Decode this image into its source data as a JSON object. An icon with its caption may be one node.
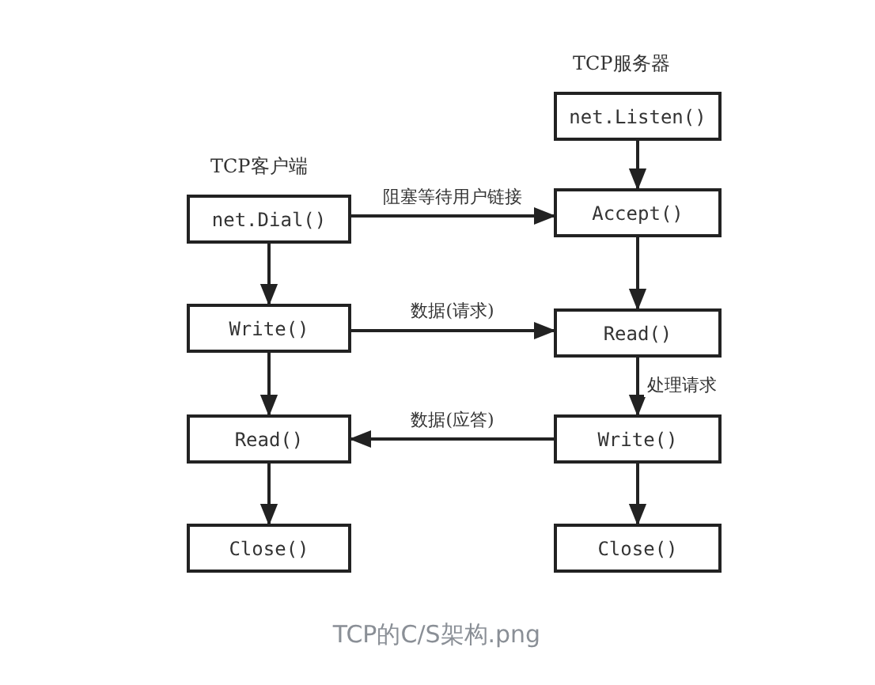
{
  "diagram": {
    "caption": "TCP的C/S架构.png",
    "nodes": [
      {
        "text": [
          "net.Dial()"
        ]
      },
      {
        "text": [
          "Write()"
        ]
      },
      {
        "text": [
          "Read()"
        ]
      },
      {
        "text": [
          "Close()"
        ]
      },
      {
        "text": [
          "net.Listen()"
        ]
      },
      {
        "text": [
          "Accept()"
        ]
      },
      {
        "text": [
          "Read()"
        ]
      },
      {
        "text": [
          "Write()"
        ]
      },
      {
        "text": [
          "Close()"
        ]
      }
    ],
    "edges": [
      {
        "from": 0,
        "to": 1,
        "arrow": "to"
      },
      {
        "from": 1,
        "to": 2,
        "arrow": "to"
      },
      {
        "from": 2,
        "to": 3,
        "arrow": "to"
      },
      {
        "from": 4,
        "to": 5,
        "arrow": "to"
      },
      {
        "from": 5,
        "to": 6,
        "arrow": "to"
      },
      {
        "from": 6,
        "to": 7,
        "label": "处理请求",
        "arrow": "to"
      },
      {
        "from": 7,
        "to": 8,
        "arrow": "to"
      },
      {
        "from": 0,
        "to": 5,
        "label": "阻塞等待用户链接",
        "arrow": "to"
      },
      {
        "from": 1,
        "to": 6,
        "label": "数据(请求)",
        "arrow": "to"
      },
      {
        "from": 7,
        "to": 2,
        "label": "数据(应答)",
        "arrow": "to"
      }
    ],
    "labels": [
      "TCP服务器",
      "TCP客户端"
    ]
  }
}
